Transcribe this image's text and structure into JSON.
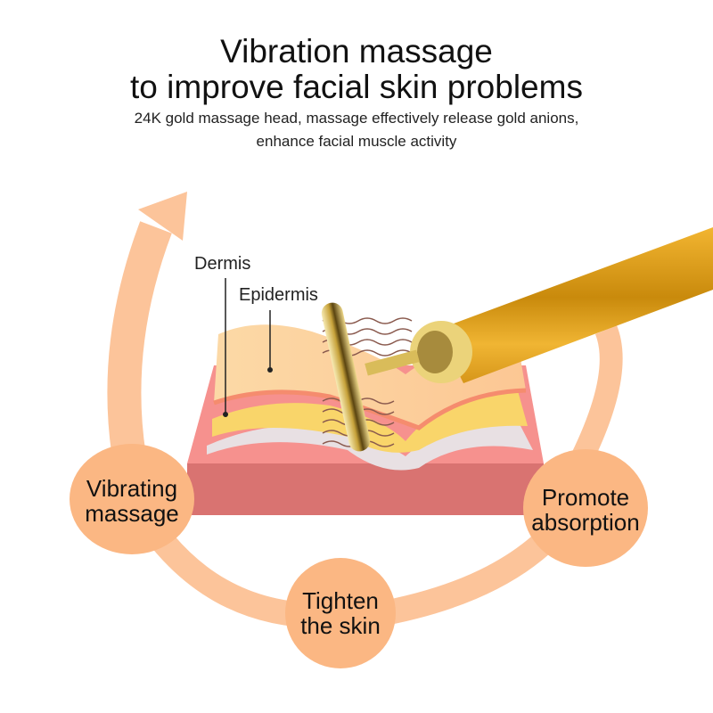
{
  "header": {
    "title_line1": "Vibration massage",
    "title_line2": "to improve facial skin problems",
    "subtitle_line1": "24K gold massage head, massage effectively release gold anions,",
    "subtitle_line2": "enhance facial muscle activity"
  },
  "diagram": {
    "layer_labels": {
      "dermis": "Dermis",
      "epidermis": "Epidermis"
    },
    "cycle_steps": [
      {
        "line1": "Vibrating",
        "line2": "massage"
      },
      {
        "line1": "Tighten",
        "line2": "the skin"
      },
      {
        "line1": "Promote",
        "line2": "absorption"
      }
    ],
    "colors": {
      "cycle": "#FCC49A",
      "bubble": "#FBB783",
      "skin_top": "#FDD9A8",
      "skin_base": "#D97371",
      "skin_side": "#F6918E",
      "fat_layer": "#F9D56A",
      "line_layer": "#F58C6E",
      "gold": "#E2A21C"
    }
  }
}
